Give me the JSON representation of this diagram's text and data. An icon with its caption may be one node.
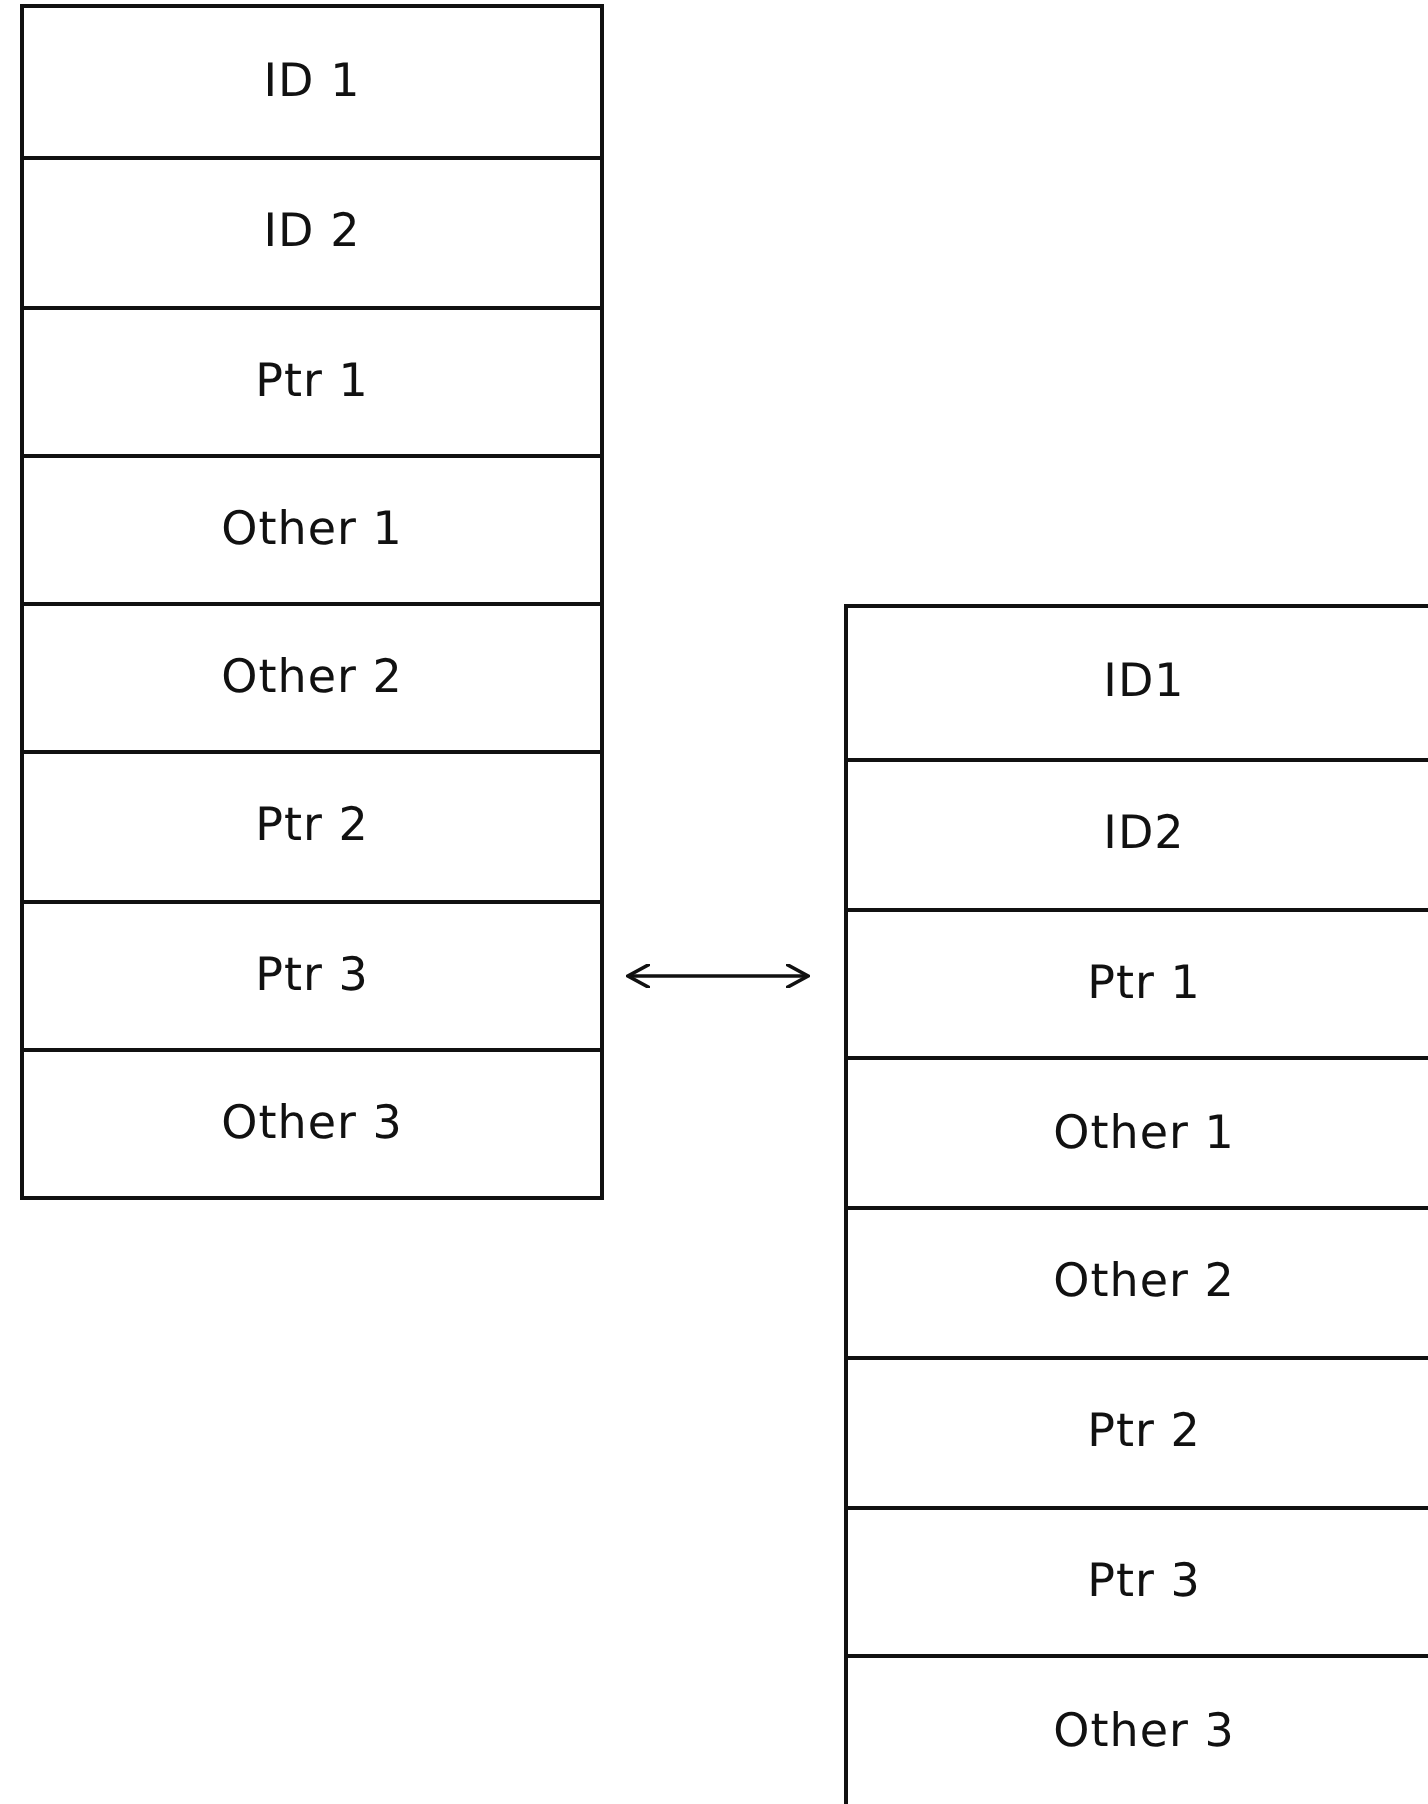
{
  "diagram": {
    "nodes": [
      {
        "text": [],
        "shape": "box"
      },
      {
        "text": [
          "ID 1"
        ],
        "in": 0
      },
      {
        "text": [
          "ID 2"
        ],
        "in": 0
      },
      {
        "text": [
          "Ptr 1"
        ],
        "in": 0
      },
      {
        "text": [
          "Other 1"
        ],
        "in": 0
      },
      {
        "text": [
          "Other 2"
        ],
        "in": 0
      },
      {
        "text": [
          "Ptr 2"
        ],
        "in": 0
      },
      {
        "text": [
          "Ptr 3"
        ],
        "in": 0
      },
      {
        "text": [
          "Other 3"
        ],
        "in": 0
      },
      {
        "text": [],
        "shape": "box"
      },
      {
        "text": [
          "ID1"
        ],
        "in": 9
      },
      {
        "text": [
          "ID2"
        ],
        "in": 9
      },
      {
        "text": [
          "Ptr 1"
        ],
        "in": 9
      },
      {
        "text": [
          "Other 1"
        ],
        "in": 9
      },
      {
        "text": [
          "Other 2"
        ],
        "in": 9
      },
      {
        "text": [
          "Ptr 2"
        ],
        "in": 9
      },
      {
        "text": [
          "Ptr 3"
        ],
        "in": 9
      },
      {
        "text": [
          "Other 3"
        ],
        "in": 9
      }
    ],
    "edges": [
      {
        "from": 0,
        "to": 9,
        "arrow": "both"
      }
    ]
  }
}
